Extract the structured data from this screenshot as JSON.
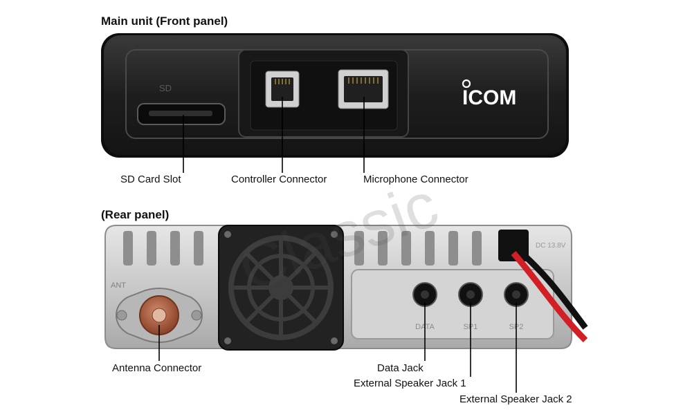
{
  "front_section": {
    "title": "Main unit (Front panel)"
  },
  "rear_section": {
    "title": "(Rear panel)"
  },
  "brand": {
    "logo_text": "iCOM",
    "watermark_text": "Classic"
  },
  "front_panel": {
    "callouts": {
      "sd_card_slot": "SD Card Slot",
      "controller_connector": "Controller Connector",
      "microphone_connector": "Microphone Connector"
    }
  },
  "rear_panel": {
    "printed_labels": {
      "ant": "ANT",
      "data": "DATA",
      "sp1": "SP1",
      "sp2": "SP2",
      "dc": "DC 13.8V"
    },
    "callouts": {
      "antenna_connector": "Antenna Connector",
      "data_jack": "Data Jack",
      "external_speaker_jack_1": "External Speaker Jack 1",
      "external_speaker_jack_2": "External Speaker Jack 2"
    }
  },
  "colors": {
    "front_body": "#1e1e1e",
    "rear_body": "#c9c9c9",
    "fan": "#222222",
    "antenna_copper": "#a4583a",
    "dc_red_wire": "#d21f25",
    "dc_black_wire": "#111111"
  }
}
